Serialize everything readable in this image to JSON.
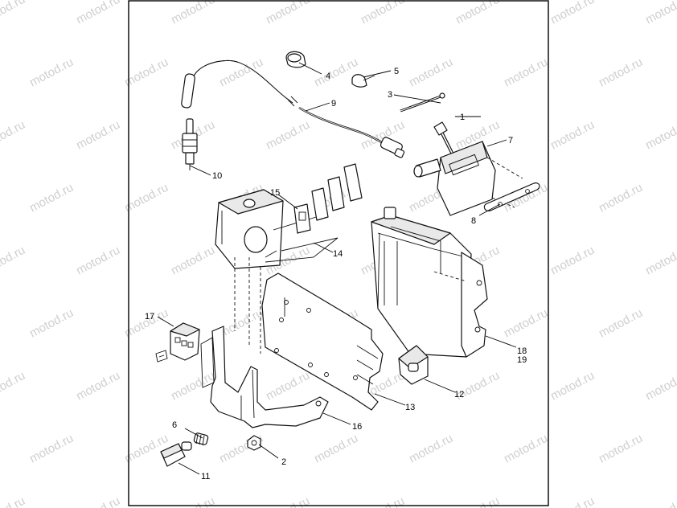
{
  "watermark": {
    "text": "motod.ru"
  },
  "callouts": [
    "1",
    "2",
    "3",
    "4",
    "5",
    "6",
    "7",
    "8",
    "9",
    "10",
    "11",
    "12",
    "13",
    "14",
    "15",
    "16",
    "17",
    "18",
    "19"
  ]
}
